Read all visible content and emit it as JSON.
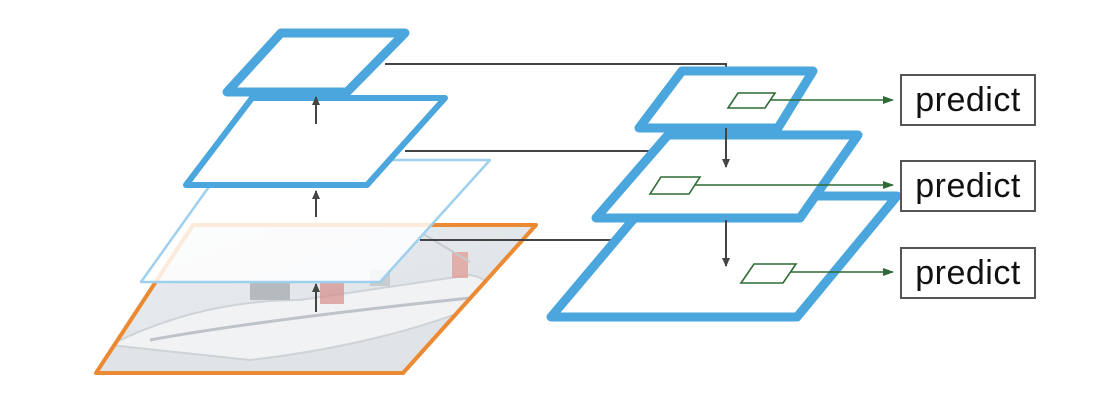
{
  "predict_boxes": [
    {
      "label": "predict"
    },
    {
      "label": "predict"
    },
    {
      "label": "predict"
    }
  ],
  "colors": {
    "pyramid_blue": "#4aa6dd",
    "light_blue": "#9fd0ee",
    "image_border": "#ec8a33",
    "arrow_gray": "#444444",
    "anchor_green": "#2f6b34"
  }
}
